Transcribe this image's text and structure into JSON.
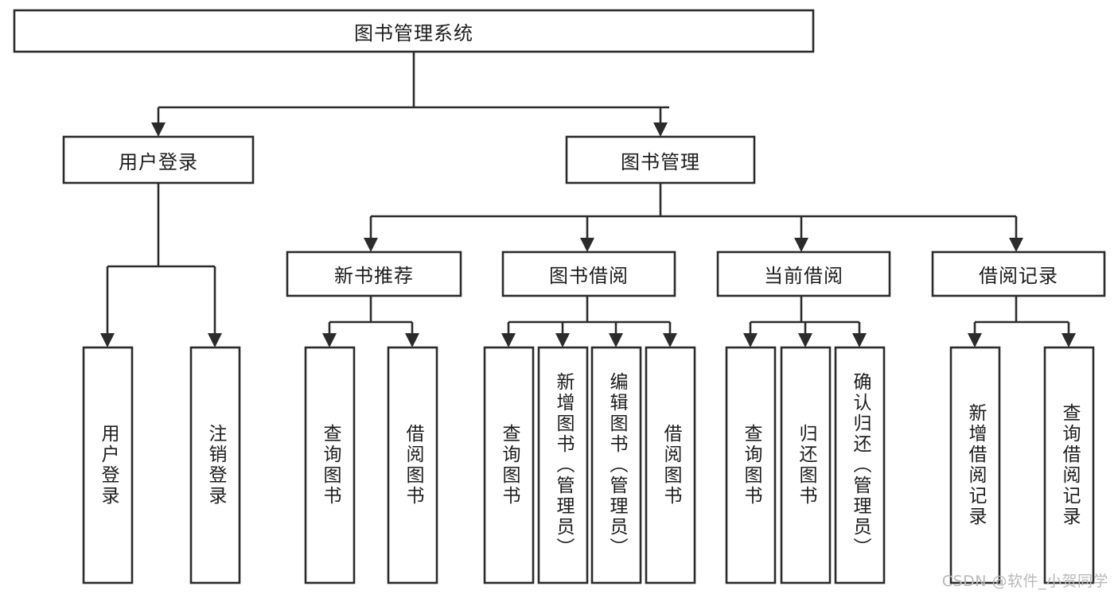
{
  "title": "图书管理系统",
  "watermark": "CSDN @软件_小贺同学",
  "colors": {
    "box_stroke": "#2b2b2b",
    "box_fill": "#ffffff",
    "text": "#1c1c1c",
    "background": "#ffffff",
    "watermark": "#b9b9b9"
  },
  "chart_data": {
    "type": "diagram",
    "diagram_kind": "tree-hierarchy-chart",
    "title": "图书管理系统",
    "orientation": "top-down",
    "levels": 4,
    "nodes": [
      {
        "id": "root",
        "label": "图书管理系统",
        "level": 0,
        "text_direction": "horizontal"
      },
      {
        "id": "login",
        "label": "用户登录",
        "level": 1,
        "text_direction": "horizontal"
      },
      {
        "id": "bookmgmt",
        "label": "图书管理",
        "level": 1,
        "text_direction": "horizontal"
      },
      {
        "id": "newbook",
        "label": "新书推荐",
        "level": 2,
        "text_direction": "horizontal"
      },
      {
        "id": "borrow",
        "label": "图书借阅",
        "level": 2,
        "text_direction": "horizontal"
      },
      {
        "id": "current",
        "label": "当前借阅",
        "level": 2,
        "text_direction": "horizontal"
      },
      {
        "id": "records",
        "label": "借阅记录",
        "level": 2,
        "text_direction": "horizontal"
      },
      {
        "id": "l1",
        "label": "用户登录",
        "level": 3,
        "text_direction": "vertical"
      },
      {
        "id": "l2",
        "label": "注销登录",
        "level": 3,
        "text_direction": "vertical"
      },
      {
        "id": "l3",
        "label": "查询图书",
        "level": 3,
        "text_direction": "vertical"
      },
      {
        "id": "l4",
        "label": "借阅图书",
        "level": 3,
        "text_direction": "vertical"
      },
      {
        "id": "l5",
        "label": "查询图书",
        "level": 3,
        "text_direction": "vertical"
      },
      {
        "id": "l6",
        "label": "新增图书（管理员）",
        "level": 3,
        "text_direction": "vertical"
      },
      {
        "id": "l7",
        "label": "编辑图书（管理员）",
        "level": 3,
        "text_direction": "vertical"
      },
      {
        "id": "l8",
        "label": "借阅图书",
        "level": 3,
        "text_direction": "vertical"
      },
      {
        "id": "l9",
        "label": "查询图书",
        "level": 3,
        "text_direction": "vertical"
      },
      {
        "id": "l10",
        "label": "归还图书",
        "level": 3,
        "text_direction": "vertical"
      },
      {
        "id": "l11",
        "label": "确认归还（管理员）",
        "level": 3,
        "text_direction": "vertical"
      },
      {
        "id": "l12",
        "label": "新增借阅记录",
        "level": 3,
        "text_direction": "vertical"
      },
      {
        "id": "l13",
        "label": "查询借阅记录",
        "level": 3,
        "text_direction": "vertical"
      }
    ],
    "edges": [
      {
        "from": "root",
        "to": "login"
      },
      {
        "from": "root",
        "to": "bookmgmt"
      },
      {
        "from": "login",
        "to": "l1"
      },
      {
        "from": "login",
        "to": "l2"
      },
      {
        "from": "bookmgmt",
        "to": "newbook"
      },
      {
        "from": "bookmgmt",
        "to": "borrow"
      },
      {
        "from": "bookmgmt",
        "to": "current"
      },
      {
        "from": "bookmgmt",
        "to": "records"
      },
      {
        "from": "newbook",
        "to": "l3"
      },
      {
        "from": "newbook",
        "to": "l4"
      },
      {
        "from": "borrow",
        "to": "l5"
      },
      {
        "from": "borrow",
        "to": "l6"
      },
      {
        "from": "borrow",
        "to": "l7"
      },
      {
        "from": "borrow",
        "to": "l8"
      },
      {
        "from": "current",
        "to": "l9"
      },
      {
        "from": "current",
        "to": "l10"
      },
      {
        "from": "current",
        "to": "l11"
      },
      {
        "from": "records",
        "to": "l12"
      },
      {
        "from": "records",
        "to": "l13"
      }
    ]
  },
  "boxes": {
    "root": {
      "label": "图书管理系统"
    },
    "login": {
      "label": "用户登录"
    },
    "bookmgmt": {
      "label": "图书管理"
    },
    "newbook": {
      "label": "新书推荐"
    },
    "borrow": {
      "label": "图书借阅"
    },
    "current": {
      "label": "当前借阅"
    },
    "records": {
      "label": "借阅记录"
    },
    "leaves": [
      {
        "label": "用户登录"
      },
      {
        "label": "注销登录"
      },
      {
        "label": "查询图书"
      },
      {
        "label": "借阅图书"
      },
      {
        "label": "查询图书"
      },
      {
        "label": "新增图书（管理员）"
      },
      {
        "label": "编辑图书（管理员）"
      },
      {
        "label": "借阅图书"
      },
      {
        "label": "查询图书"
      },
      {
        "label": "归还图书"
      },
      {
        "label": "确认归还（管理员）"
      },
      {
        "label": "新增借阅记录"
      },
      {
        "label": "查询借阅记录"
      }
    ]
  }
}
